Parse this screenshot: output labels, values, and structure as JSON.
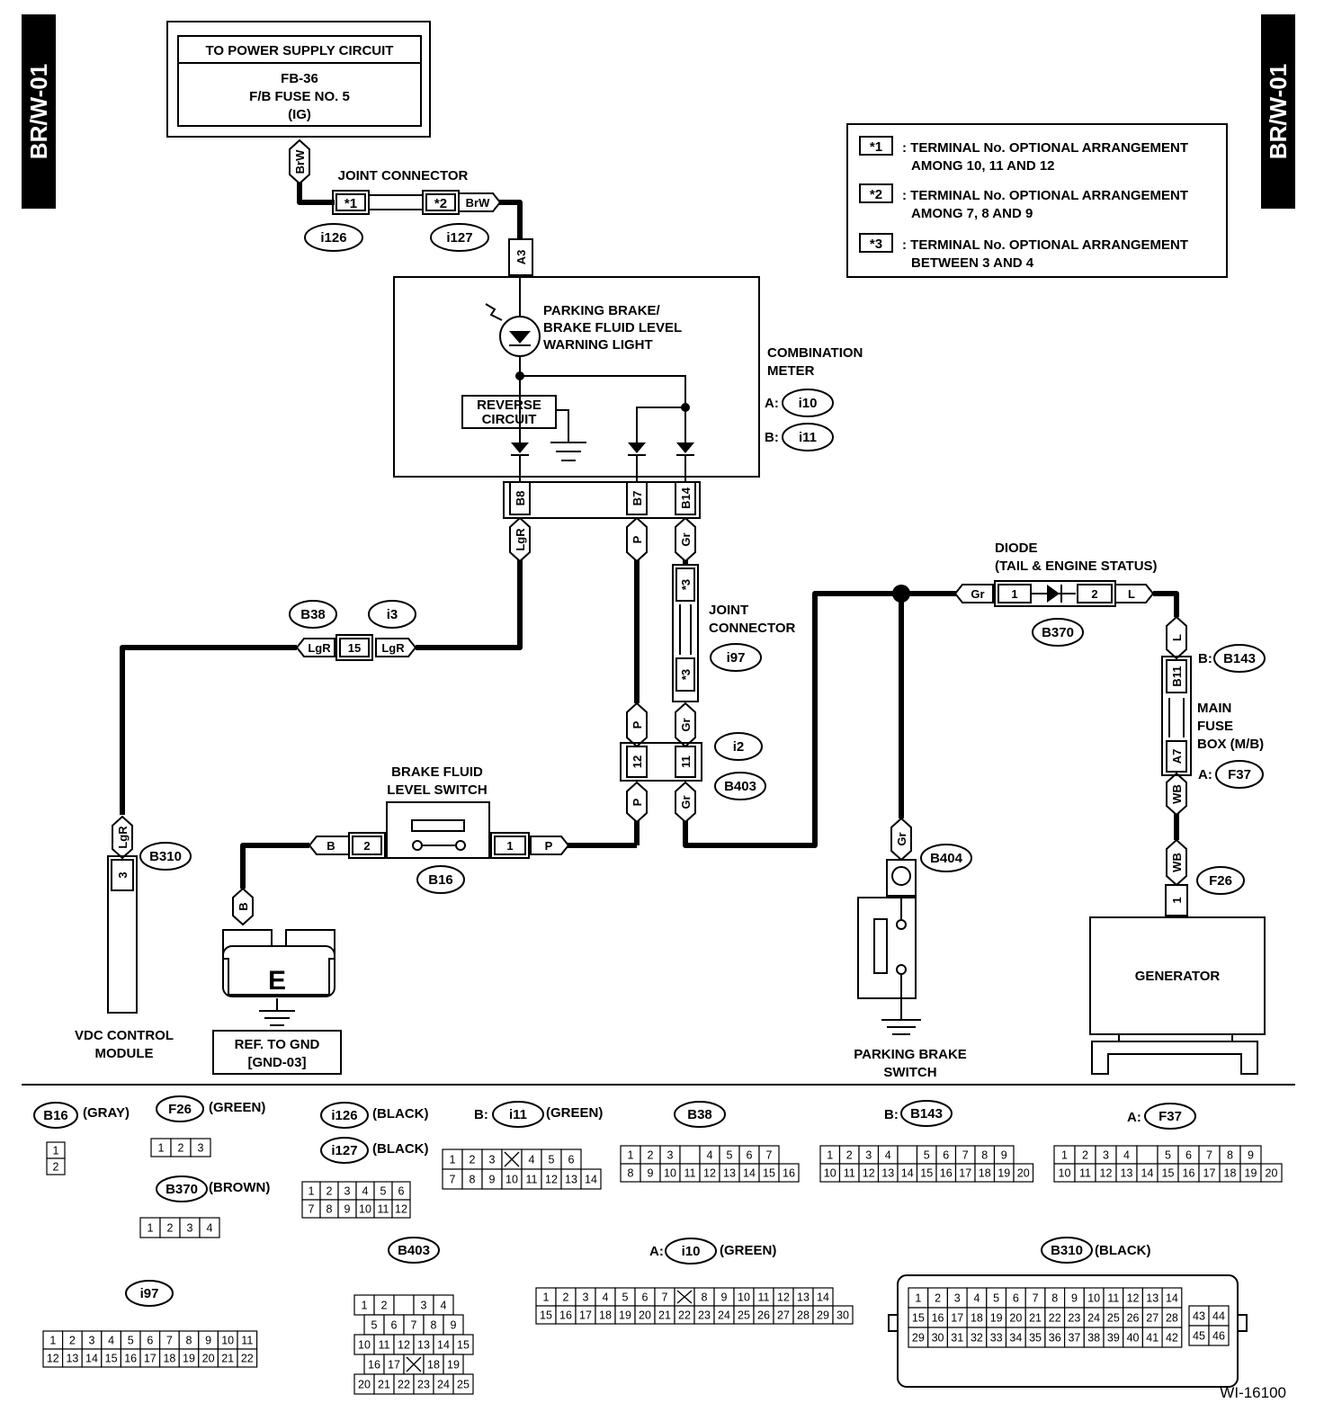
{
  "side_tabs": {
    "left": "BR/W-01",
    "right": "BR/W-01"
  },
  "figure_id": "WI-16100",
  "power_supply": {
    "title": "TO POWER SUPPLY CIRCUIT",
    "line1": "FB-36",
    "line2": "F/B FUSE NO. 5",
    "line3": "(IG)"
  },
  "legend": [
    {
      "mark": "*1",
      "line1": ": TERMINAL No. OPTIONAL ARRANGEMENT",
      "line2": "AMONG 10, 11 AND 12"
    },
    {
      "mark": "*2",
      "line1": ": TERMINAL No. OPTIONAL ARRANGEMENT",
      "line2": "AMONG 7, 8 AND 9"
    },
    {
      "mark": "*3",
      "line1": ": TERMINAL No. OPTIONAL ARRANGEMENT",
      "line2": "BETWEEN 3 AND 4"
    }
  ],
  "labels": {
    "joint_connector": "JOINT CONNECTOR",
    "joint": "JOINT",
    "connector": "CONNECTOR",
    "warning_light": [
      "PARKING BRAKE/",
      "BRAKE FLUID LEVEL",
      "WARNING LIGHT"
    ],
    "combination_meter": [
      "COMBINATION",
      "METER"
    ],
    "reverse_circuit": [
      "REVERSE",
      "CIRCUIT"
    ],
    "diode": [
      "DIODE",
      "(TAIL & ENGINE STATUS)"
    ],
    "main_fuse_box": [
      "MAIN",
      "FUSE",
      "BOX (M/B)"
    ],
    "brake_fluid_switch": [
      "BRAKE FLUID",
      "LEVEL SWITCH"
    ],
    "vdc_module": [
      "VDC CONTROL",
      "MODULE"
    ],
    "ground_ref": [
      "REF. TO GND",
      "[GND-03]"
    ],
    "ground_e": "E",
    "parking_brake_switch": [
      "PARKING BRAKE",
      "SWITCH"
    ],
    "generator": "GENERATOR",
    "prefix_a": "A:",
    "prefix_b": "B:"
  },
  "connectors": {
    "i126": "i126",
    "i127": "i127",
    "i10": "i10",
    "i11": "i11",
    "B38": "B38",
    "i3": "i3",
    "i97": "i97",
    "i2": "i2",
    "B403": "B403",
    "B16": "B16",
    "B310": "B310",
    "B370": "B370",
    "B143": "B143",
    "F37": "F37",
    "F26": "F26",
    "B404": "B404"
  },
  "wires": {
    "BrW": "BrW",
    "LgR": "LgR",
    "P": "P",
    "Gr": "Gr",
    "B": "B",
    "L": "L",
    "WB": "WB"
  },
  "pins": {
    "star1": "*1",
    "star2": "*2",
    "star3": "*3",
    "A3": "A3",
    "B8": "B8",
    "B7": "B7",
    "B14": "B14",
    "p15": "15",
    "p12": "12",
    "p11": "11",
    "p2": "2",
    "p1": "1",
    "p3": "3",
    "B11": "B11",
    "A7": "A7"
  },
  "faces": {
    "B16": {
      "name": "B16",
      "color": "(GRAY)",
      "rows": [
        [
          "1"
        ],
        [
          "2"
        ]
      ]
    },
    "F26": {
      "name": "F26",
      "color": "(GREEN)",
      "rows": [
        [
          "1",
          "2",
          "3"
        ]
      ]
    },
    "B370": {
      "name": "B370",
      "color": "(BROWN)",
      "rows": [
        [
          "1",
          "2",
          "3",
          "4"
        ]
      ]
    },
    "i126": {
      "name": "i126",
      "color": "(BLACK)"
    },
    "i127": {
      "name": "i127",
      "color": "(BLACK)",
      "rows": [
        [
          "1",
          "2",
          "3",
          "4",
          "5",
          "6"
        ],
        [
          "7",
          "8",
          "9",
          "10",
          "11",
          "12"
        ]
      ]
    },
    "i11": {
      "prefix": "B:",
      "name": "i11",
      "color": "(GREEN)",
      "rows": [
        [
          "1",
          "2",
          "3",
          "X",
          "4",
          "5",
          "6"
        ],
        [
          "7",
          "8",
          "9",
          "10",
          "11",
          "12",
          "13",
          "14"
        ]
      ]
    },
    "B38": {
      "name": "B38",
      "rows": [
        [
          "1",
          "2",
          "3",
          "",
          "4",
          "5",
          "6",
          "7"
        ],
        [
          "8",
          "9",
          "10",
          "11",
          "12",
          "13",
          "14",
          "15",
          "16"
        ]
      ]
    },
    "B143": {
      "prefix": "B:",
      "name": "B143",
      "rows": [
        [
          "1",
          "2",
          "3",
          "4",
          "",
          "5",
          "6",
          "7",
          "8",
          "9"
        ],
        [
          "10",
          "11",
          "12",
          "13",
          "14",
          "15",
          "16",
          "17",
          "18",
          "19",
          "20"
        ]
      ]
    },
    "F37": {
      "prefix": "A:",
      "name": "F37",
      "rows": [
        [
          "1",
          "2",
          "3",
          "4",
          "",
          "5",
          "6",
          "7",
          "8",
          "9"
        ],
        [
          "10",
          "11",
          "12",
          "13",
          "14",
          "15",
          "16",
          "17",
          "18",
          "19",
          "20"
        ]
      ]
    },
    "i97": {
      "name": "i97",
      "rows": [
        [
          "1",
          "2",
          "3",
          "4",
          "5",
          "6",
          "7",
          "8",
          "9",
          "10",
          "11"
        ],
        [
          "12",
          "13",
          "14",
          "15",
          "16",
          "17",
          "18",
          "19",
          "20",
          "21",
          "22"
        ]
      ]
    },
    "B403": {
      "name": "B403",
      "rows": [
        [
          "1",
          "2",
          "",
          "3",
          "4"
        ],
        [
          "5",
          "6",
          "7",
          "8",
          "9"
        ],
        [
          "10",
          "11",
          "12",
          "13",
          "14",
          "15"
        ],
        [
          "16",
          "17",
          "X",
          "18",
          "19"
        ],
        [
          "20",
          "21",
          "22",
          "23",
          "24",
          "25"
        ]
      ]
    },
    "i10": {
      "prefix": "A:",
      "name": "i10",
      "color": "(GREEN)",
      "rows": [
        [
          "1",
          "2",
          "3",
          "4",
          "5",
          "6",
          "7",
          "X",
          "8",
          "9",
          "10",
          "11",
          "12",
          "13",
          "14"
        ],
        [
          "15",
          "16",
          "17",
          "18",
          "19",
          "20",
          "21",
          "22",
          "23",
          "24",
          "25",
          "26",
          "27",
          "28",
          "29",
          "30"
        ]
      ]
    },
    "B310": {
      "name": "B310",
      "color": "(BLACK)",
      "rows": [
        [
          "1",
          "2",
          "3",
          "4",
          "5",
          "6",
          "7",
          "8",
          "9",
          "10",
          "11",
          "12",
          "13",
          "14"
        ],
        [
          "15",
          "16",
          "17",
          "18",
          "19",
          "20",
          "21",
          "22",
          "23",
          "24",
          "25",
          "26",
          "27",
          "28"
        ],
        [
          "29",
          "30",
          "31",
          "32",
          "33",
          "34",
          "35",
          "36",
          "37",
          "38",
          "39",
          "40",
          "41",
          "42"
        ]
      ],
      "side": [
        [
          "43",
          "44"
        ],
        [
          "45",
          "46"
        ]
      ]
    }
  }
}
